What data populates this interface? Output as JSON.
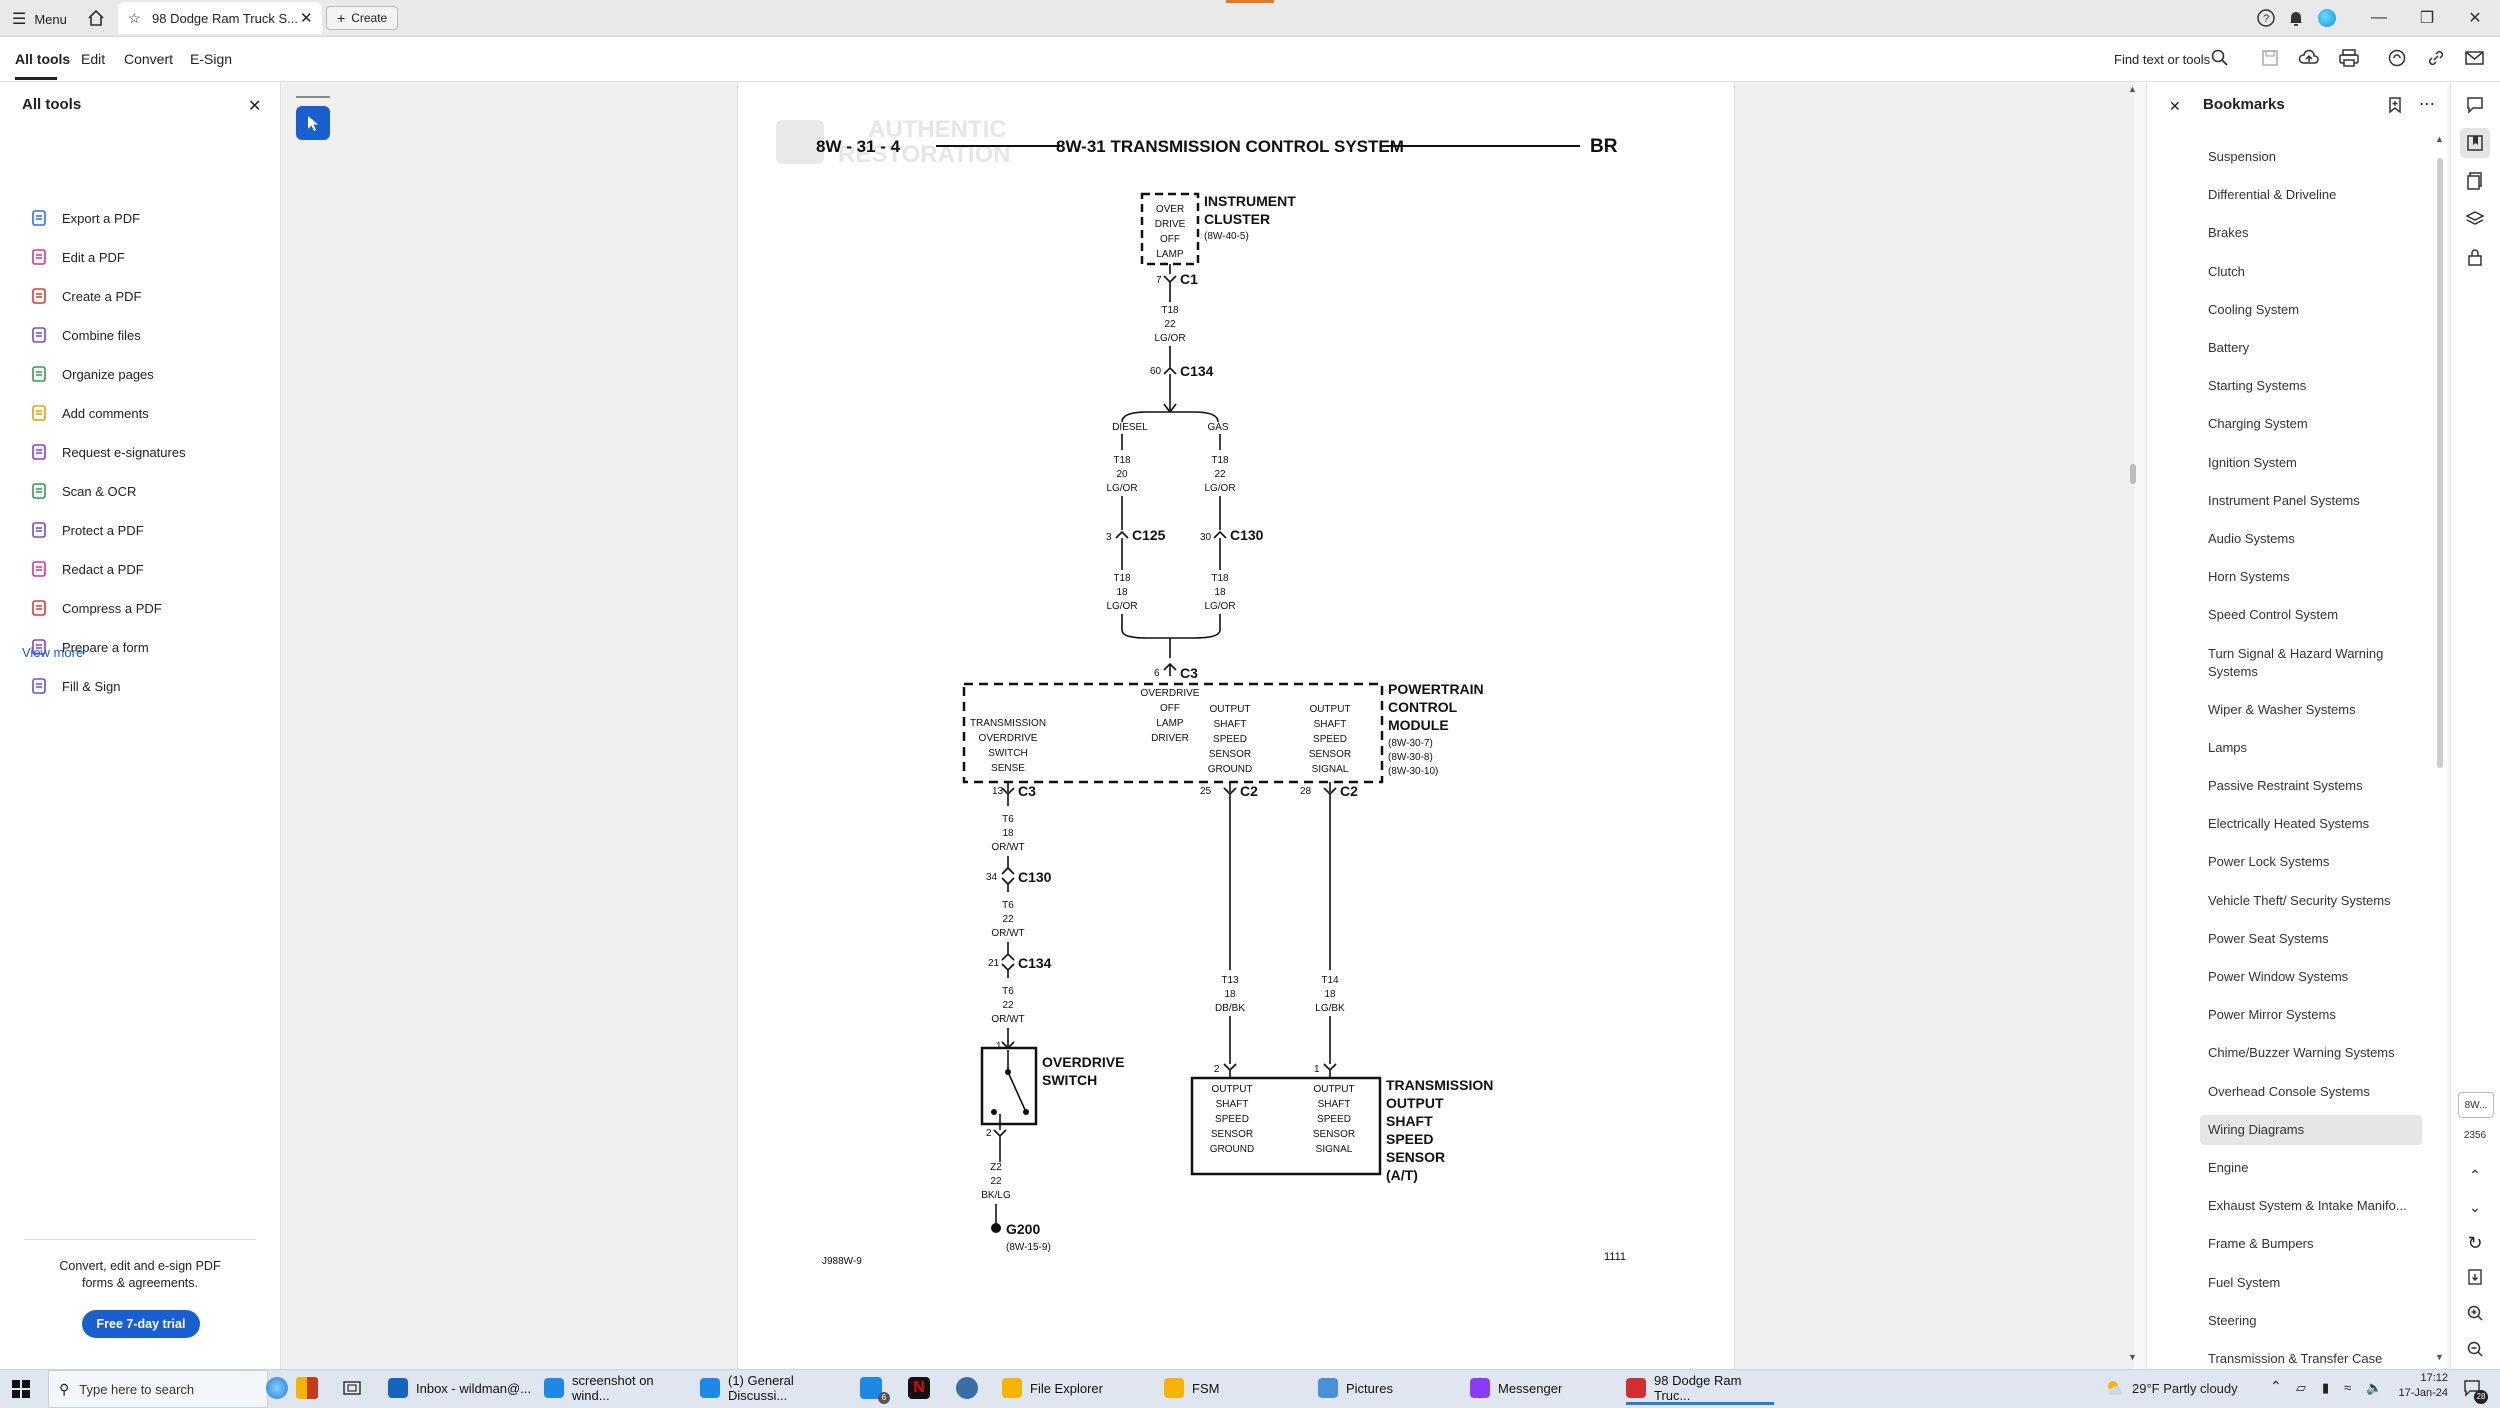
{
  "titlebar": {
    "menu_label": "Menu",
    "tab_title": "98 Dodge Ram Truck S...",
    "create_label": "Create"
  },
  "toolbar": {
    "tabs": [
      "All tools",
      "Edit",
      "Convert",
      "E-Sign"
    ],
    "find_label": "Find text or tools"
  },
  "left_panel": {
    "title": "All tools",
    "tools": [
      {
        "label": "Export a PDF",
        "color": "#2d6ef0"
      },
      {
        "label": "Edit a PDF",
        "color": "#d4358c"
      },
      {
        "label": "Create a PDF",
        "color": "#d93a3a"
      },
      {
        "label": "Combine files",
        "color": "#6a4be0"
      },
      {
        "label": "Organize pages",
        "color": "#2e9e4e"
      },
      {
        "label": "Add comments",
        "color": "#e0a400"
      },
      {
        "label": "Request e-signatures",
        "color": "#8a3bd6"
      },
      {
        "label": "Scan & OCR",
        "color": "#2e9e4e"
      },
      {
        "label": "Protect a PDF",
        "color": "#6a4be0"
      },
      {
        "label": "Redact a PDF",
        "color": "#d4358c"
      },
      {
        "label": "Compress a PDF",
        "color": "#d93a3a"
      },
      {
        "label": "Prepare a form",
        "color": "#8a3bd6"
      },
      {
        "label": "Fill & Sign",
        "color": "#6a4be0"
      }
    ],
    "view_more": "View more",
    "promo_line1": "Convert, edit and e-sign PDF",
    "promo_line2": "forms & agreements.",
    "trial_button": "Free 7-day trial"
  },
  "document": {
    "header_left": "8W - 31 - 4",
    "header_title": "8W-31 TRANSMISSION CONTROL SYSTEM",
    "header_right": "BR",
    "watermark_line1": "AUTHENTIC",
    "watermark_line2": "RESTORATION",
    "cluster_title": "INSTRUMENT",
    "cluster_title2": "CLUSTER",
    "cluster_ref": "(8W-40-5)",
    "cluster_box": [
      "OVER",
      "DRIVE",
      "OFF",
      "LAMP"
    ],
    "c1_pin": "7",
    "c1": "C1",
    "wire_top": [
      "T18",
      "22",
      "LG/OR"
    ],
    "c134_pin": "60",
    "c134": "C134",
    "diesel": "DIESEL",
    "gas": "GAS",
    "wire_diesel": [
      "T18",
      "20",
      "LG/OR"
    ],
    "wire_gas": [
      "T18",
      "22",
      "LG/OR"
    ],
    "c125_pin": "3",
    "c125": "C125",
    "c130_pin": "30",
    "c130": "C130",
    "wire_diesel2": [
      "T18",
      "18",
      "LG/OR"
    ],
    "wire_gas2": [
      "T18",
      "18",
      "LG/OR"
    ],
    "c3_pin": "6",
    "c3": "C3",
    "pcm_title": [
      "POWERTRAIN",
      "CONTROL",
      "MODULE"
    ],
    "pcm_refs": [
      "(8W-30-7)",
      "(8W-30-8)",
      "(8W-30-10)"
    ],
    "pcm_tos": [
      "TRANSMISSION",
      "OVERDRIVE",
      "SWITCH",
      "SENSE"
    ],
    "pcm_lamp": [
      "OVERDRIVE",
      "OFF",
      "LAMP",
      "DRIVER"
    ],
    "pcm_gnd": [
      "OUTPUT",
      "SHAFT",
      "SPEED",
      "SENSOR",
      "GROUND"
    ],
    "pcm_sig": [
      "OUTPUT",
      "SHAFT",
      "SPEED",
      "SENSOR",
      "SIGNAL"
    ],
    "c3b_pin": "13",
    "c3b": "C3",
    "c2a_pin": "25",
    "c2a": "C2",
    "c2b_pin": "28",
    "c2b": "C2",
    "wire_t6a": [
      "T6",
      "18",
      "OR/WT"
    ],
    "c130b_pin": "34",
    "c130b": "C130",
    "wire_t6b": [
      "T6",
      "22",
      "OR/WT"
    ],
    "c134b_pin": "21",
    "c134b": "C134",
    "wire_t6c": [
      "T6",
      "22",
      "OR/WT"
    ],
    "wire_t13": [
      "T13",
      "18",
      "DB/BK"
    ],
    "wire_t14": [
      "T14",
      "18",
      "LG/BK"
    ],
    "od_pin1": "1",
    "od_title": [
      "OVERDRIVE",
      "SWITCH"
    ],
    "od_pin2": "2",
    "wire_z2": [
      "Z2",
      "22",
      "BK/LG"
    ],
    "g200": "G200",
    "g200_ref": "(8W-15-9)",
    "tos_pin2": "2",
    "tos_pin1": "1",
    "tos_gnd": [
      "OUTPUT",
      "SHAFT",
      "SPEED",
      "SENSOR",
      "GROUND"
    ],
    "tos_sig": [
      "OUTPUT",
      "SHAFT",
      "SPEED",
      "SENSOR",
      "SIGNAL"
    ],
    "tos_title": [
      "TRANSMISSION",
      "OUTPUT",
      "SHAFT",
      "SPEED",
      "SENSOR",
      "(A/T)"
    ],
    "footer_left": "J988W-9",
    "footer_right": "1111"
  },
  "bookmarks": {
    "title": "Bookmarks",
    "items": [
      "Suspension",
      "Differential & Driveline",
      "Brakes",
      "Clutch",
      "Cooling System",
      "Battery",
      "Starting Systems",
      "Charging System",
      "Ignition System",
      "Instrument Panel Systems",
      "Audio Systems",
      "Horn Systems",
      "Speed Control System",
      "Turn Signal & Hazard Warning Systems",
      "Wiper & Washer Systems",
      "Lamps",
      "Passive Restraint Systems",
      "Electrically Heated Systems",
      "Power Lock Systems",
      "Vehicle Theft/ Security Systems",
      "Power Seat Systems",
      "Power Window Systems",
      "Power Mirror Systems",
      "Chime/Buzzer Warning Systems",
      "Overhead Console Systems",
      "Wiring Diagrams",
      "Engine",
      "Exhaust System & Intake Manifo...",
      "Frame & Bumpers",
      "Fuel System",
      "Steering",
      "Transmission & Transfer Case"
    ],
    "selected": "Wiring Diagrams"
  },
  "siderail": {
    "page_label": "8W...",
    "page_total": "2356"
  },
  "taskbar": {
    "search_placeholder": "Type here to search",
    "items": [
      {
        "label": "Inbox - wildman@...",
        "color": "#1565c0"
      },
      {
        "label": "screenshot on wind...",
        "color": "#1e88e5"
      },
      {
        "label": "(1) General Discussi...",
        "color": "#1e88e5"
      },
      {
        "label": "File Explorer",
        "color": "#f4b400"
      },
      {
        "label": "FSM",
        "color": "#f4b400"
      },
      {
        "label": "Pictures",
        "color": "#4a90d9"
      },
      {
        "label": "Messenger",
        "color": "#8b3cf7"
      },
      {
        "label": "98 Dodge Ram Truc...",
        "color": "#d32f2f"
      }
    ],
    "weather": "29°F  Partly cloudy",
    "time": "17:12",
    "date": "17-Jan-24",
    "notif_count": "28"
  }
}
